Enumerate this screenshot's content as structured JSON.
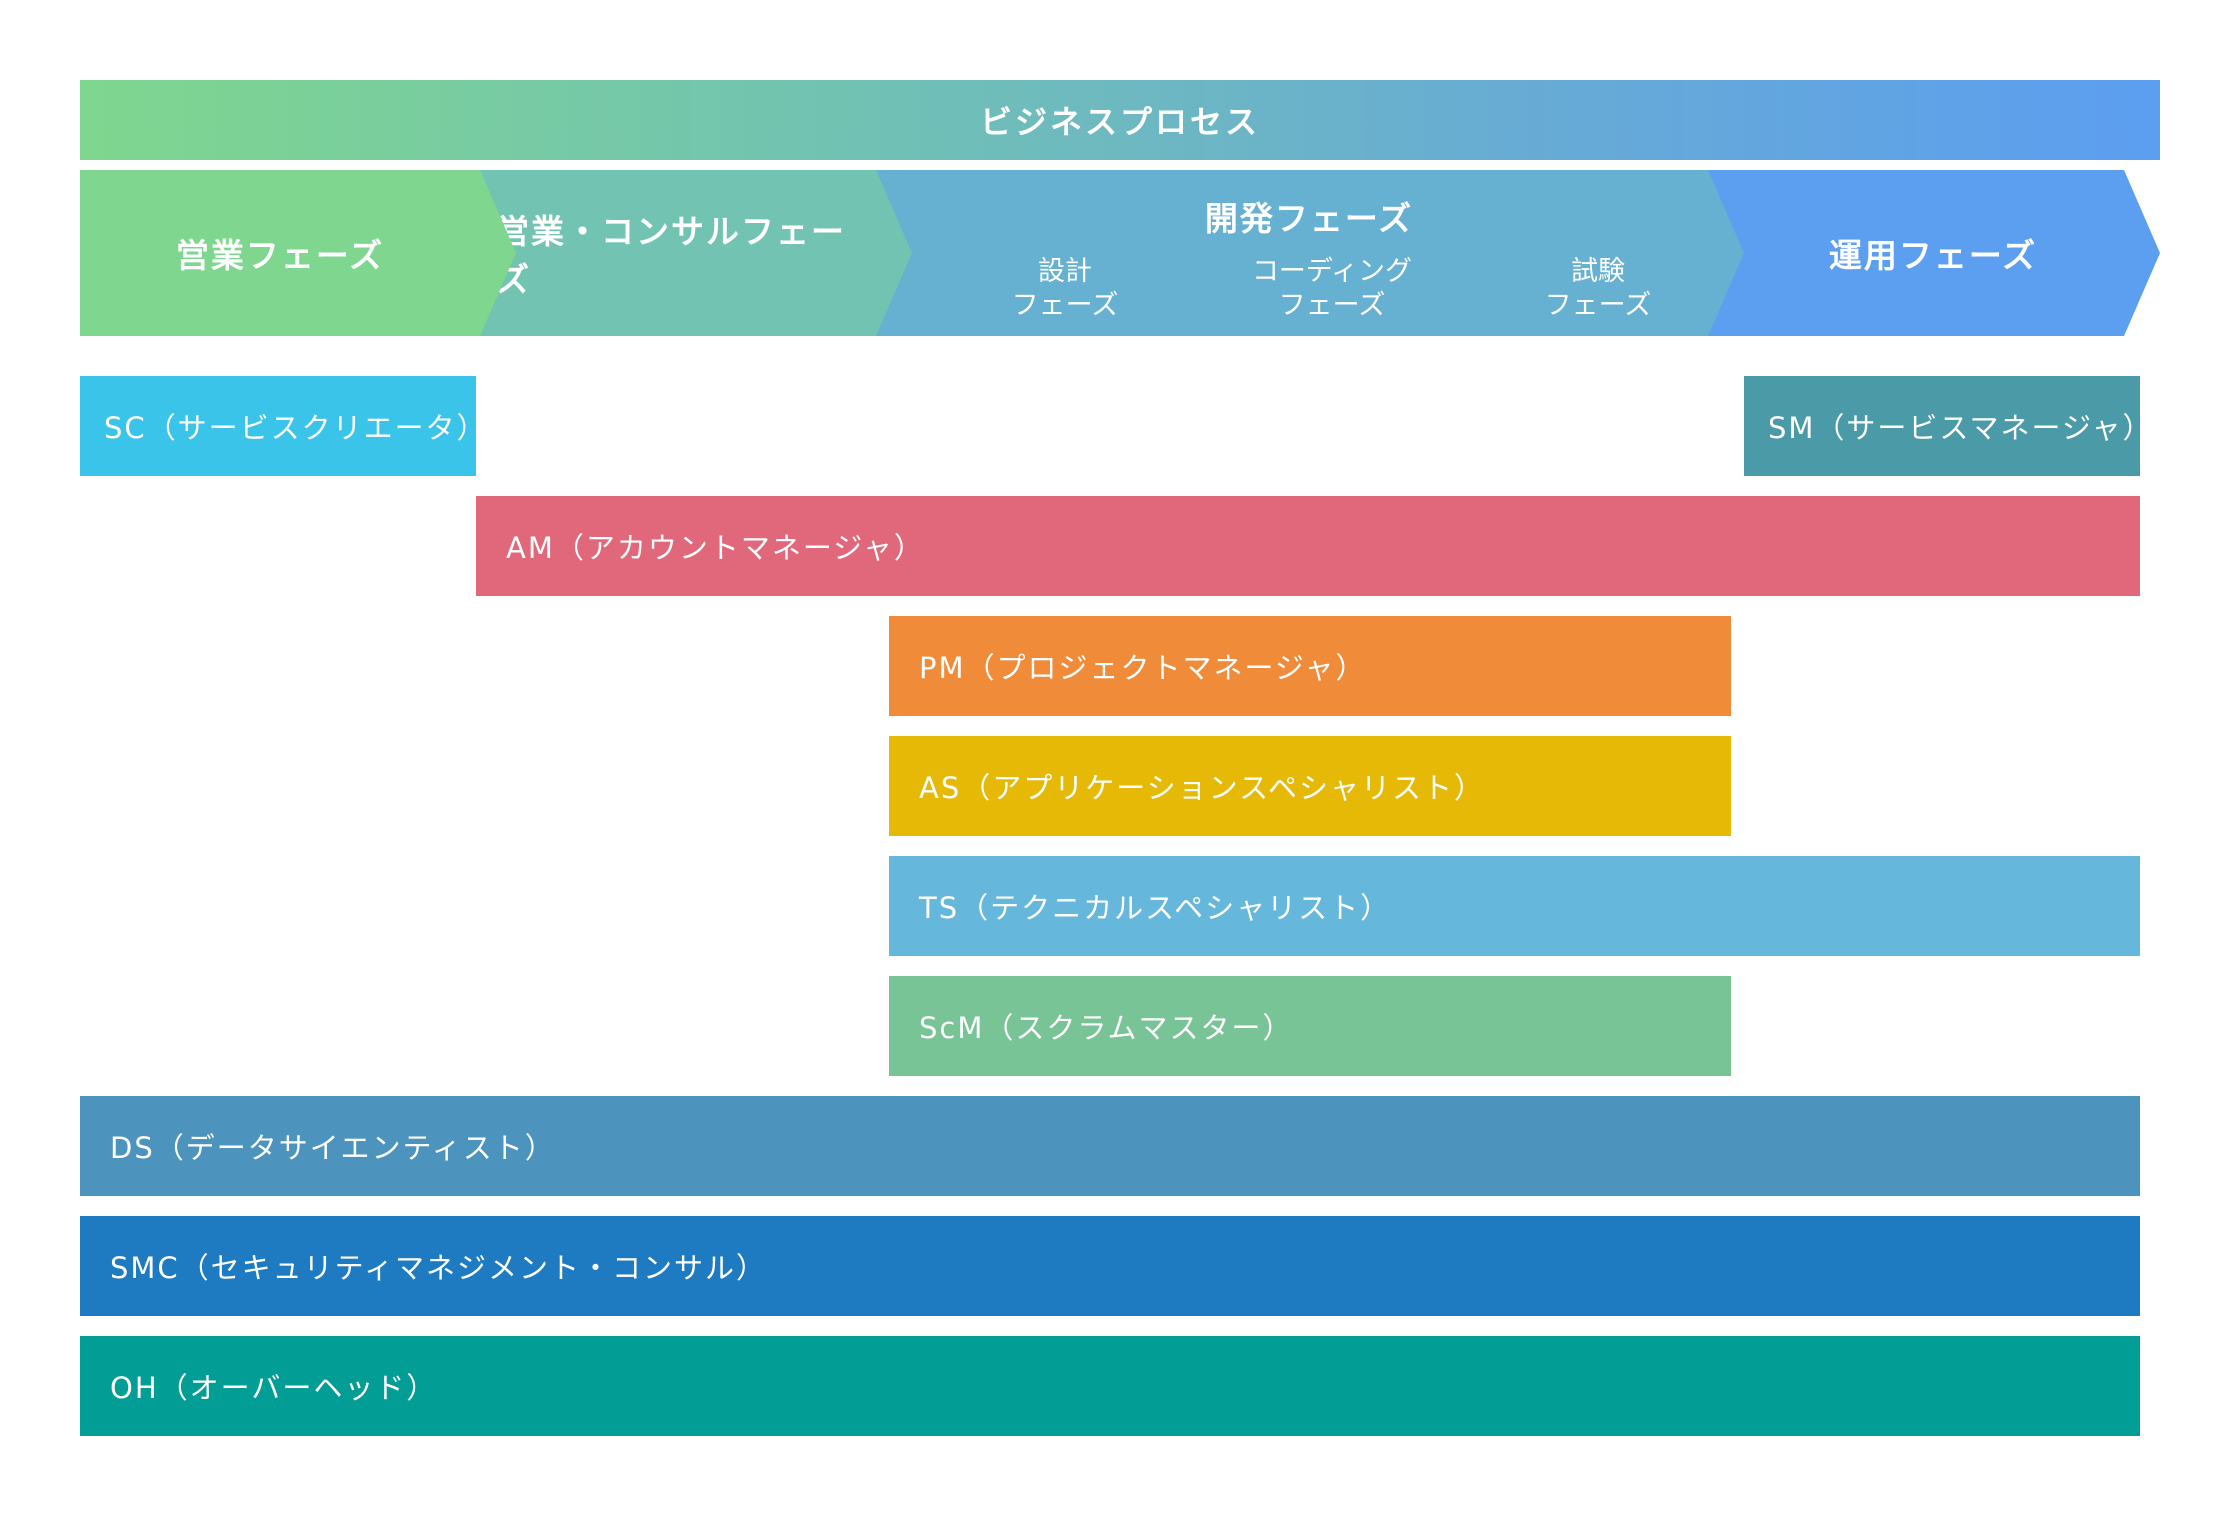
{
  "header": {
    "title": "ビジネスプロセス"
  },
  "phases": {
    "sales": "営業フェーズ",
    "consult": "営業・コンサルフェーズ",
    "dev": {
      "title": "開発フェーズ",
      "design": "設計\nフェーズ",
      "coding": "コーディング\nフェーズ",
      "test": "試験\nフェーズ"
    },
    "ops": "運用フェーズ"
  },
  "roles": {
    "sc": "SC（サービスクリエータ）",
    "sm": "SM（サービスマネージャ）",
    "am": "AM（アカウントマネージャ）",
    "pm": "PM（プロジェクトマネージャ）",
    "as": "AS（アプリケーションスペシャリスト）",
    "ts": "TS（テクニカルスペシャリスト）",
    "scm": "ScM（スクラムマスター）",
    "ds": "DS（データサイエンティスト）",
    "smc": "SMC（セキュリティマネジメント・コンサル）",
    "oh": "OH（オーバーヘッド）"
  },
  "colors": {
    "sales": "#7fd68e",
    "consult": "#72c3b1",
    "dev": "#66b1d1",
    "ops": "#5c9ef0",
    "sc": "#3bc4ea",
    "sm": "#4a9aa7",
    "am": "#e1687a",
    "pm": "#ef8b39",
    "as": "#e5b905",
    "ts": "#66b7dc",
    "scm": "#79c496",
    "ds": "#4c93bd",
    "smc": "#1e7bc1",
    "oh": "#029e95"
  }
}
